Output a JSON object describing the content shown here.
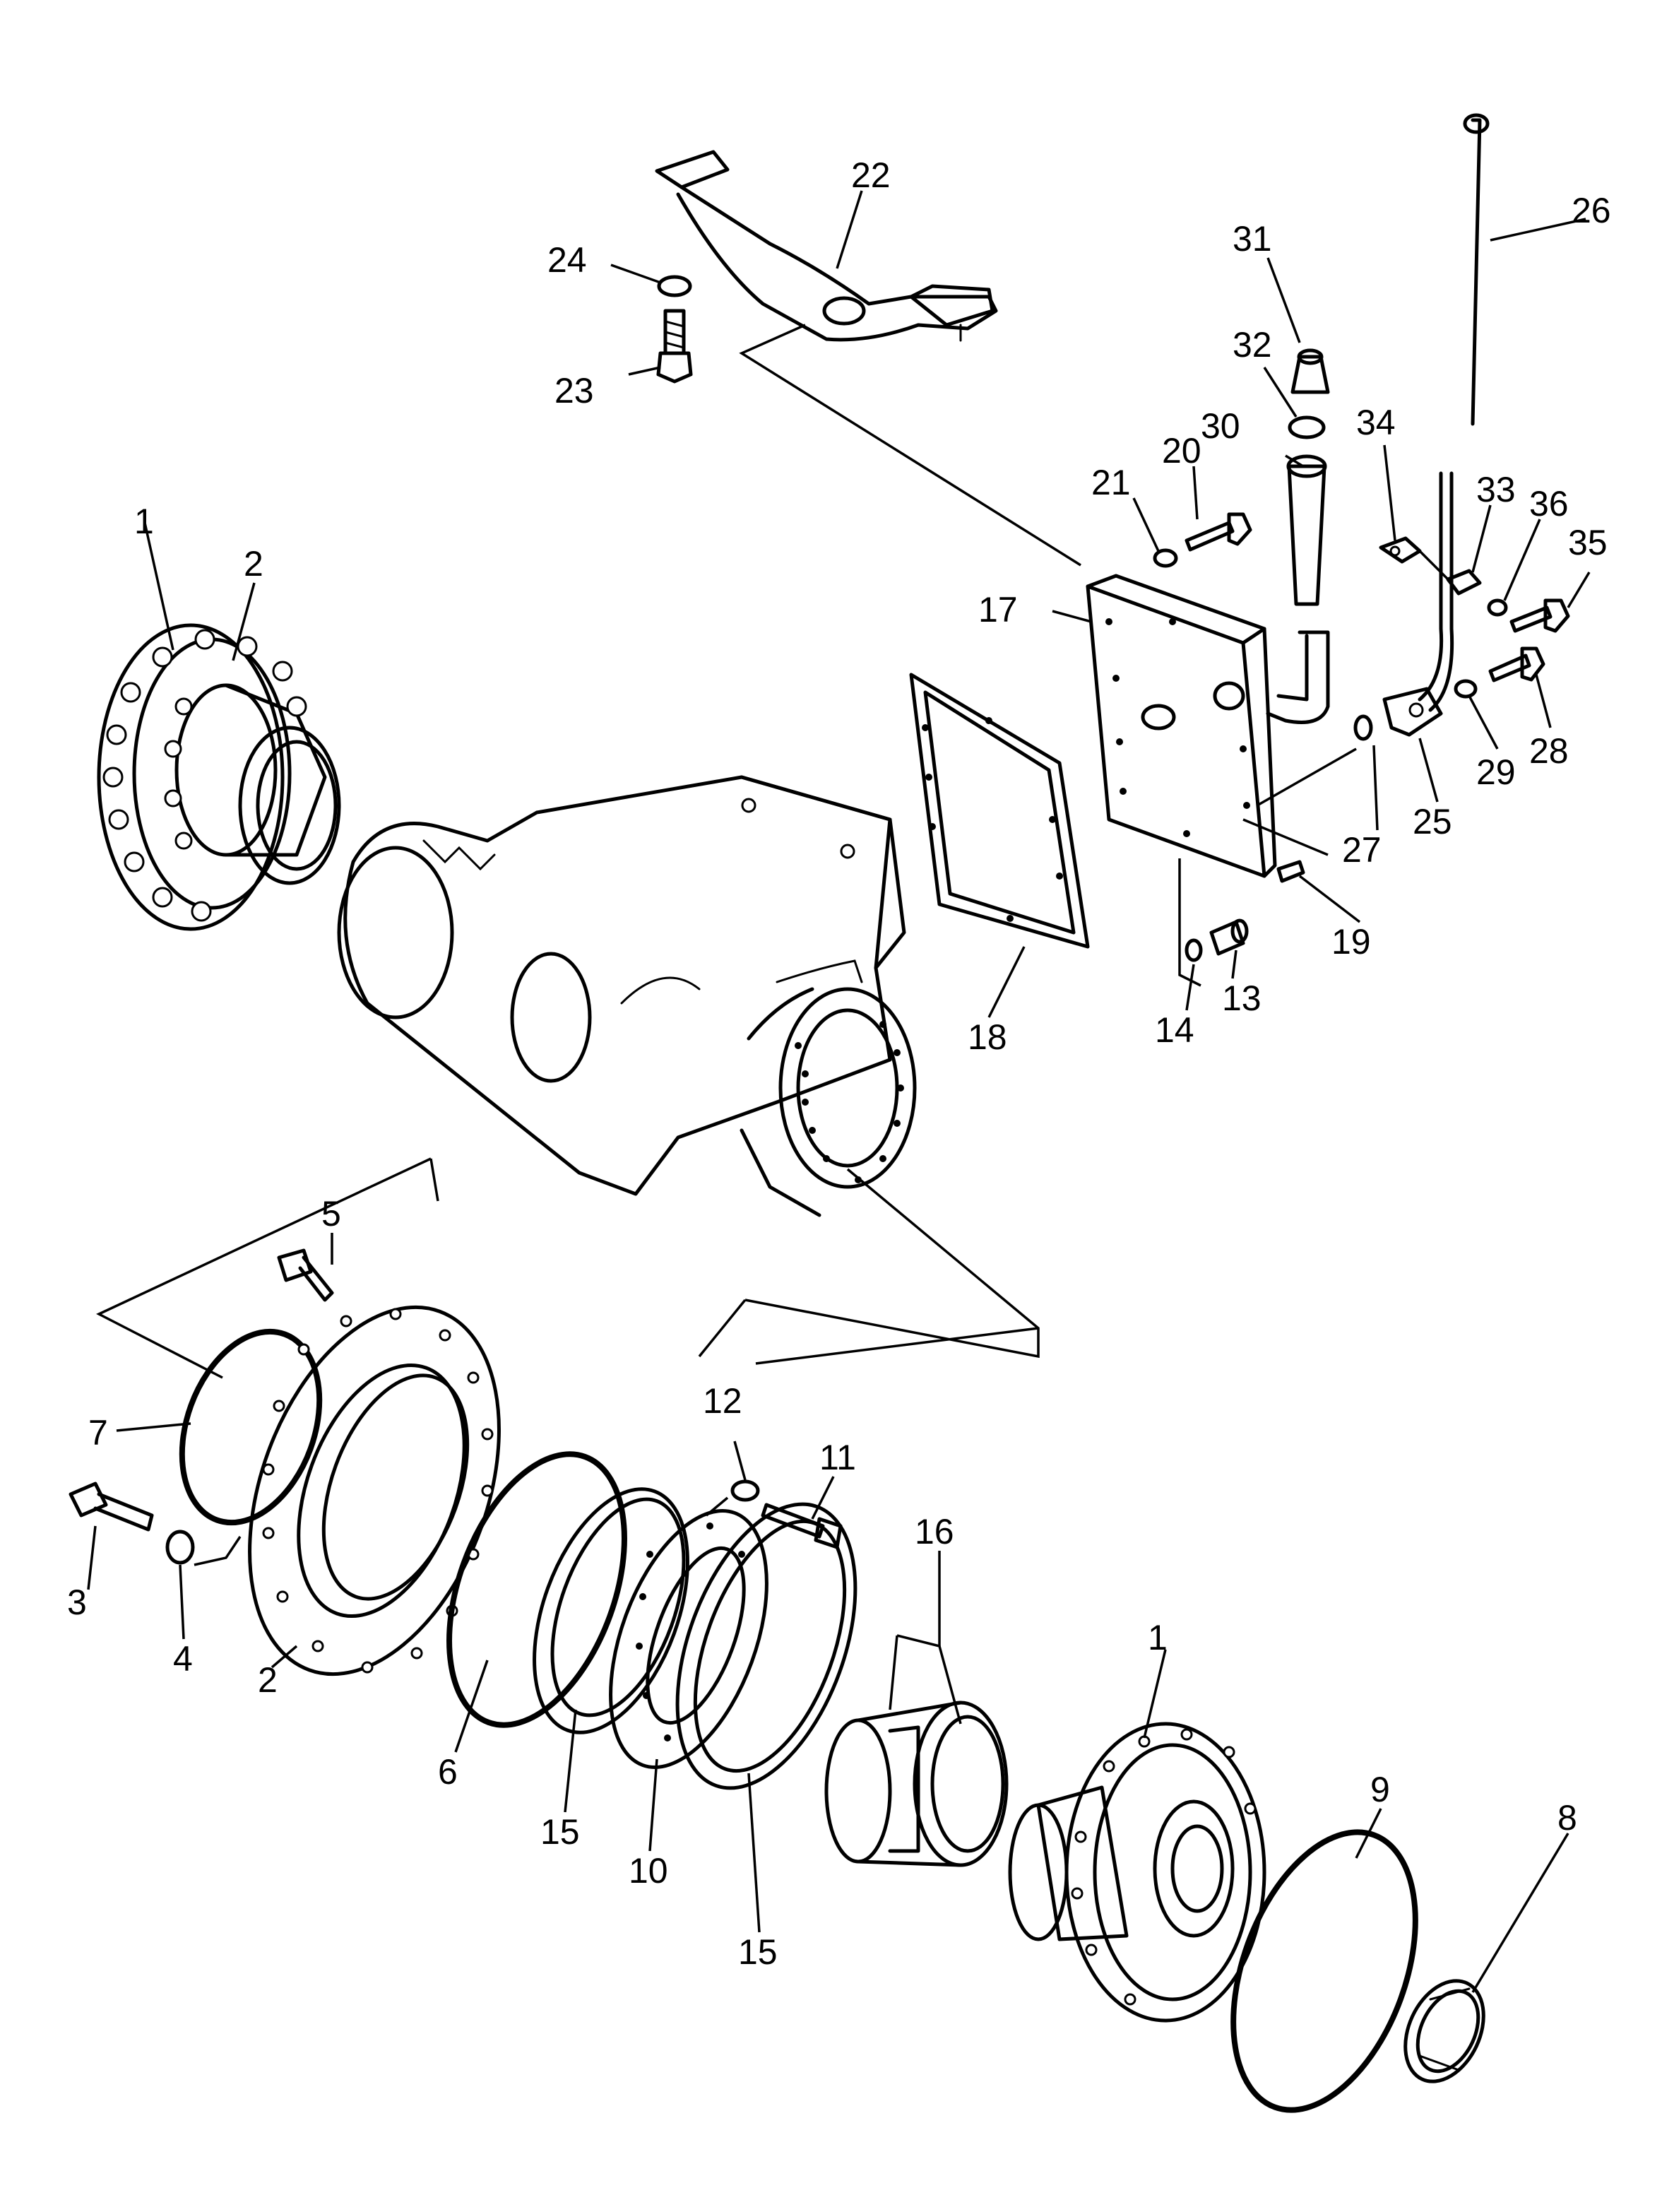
{
  "callouts": [
    {
      "id": "c1a",
      "text": "1"
    },
    {
      "id": "c1b",
      "text": "1"
    },
    {
      "id": "c2a",
      "text": "2"
    },
    {
      "id": "c2b",
      "text": "2"
    },
    {
      "id": "c3",
      "text": "3"
    },
    {
      "id": "c4",
      "text": "4"
    },
    {
      "id": "c5",
      "text": "5"
    },
    {
      "id": "c6",
      "text": "6"
    },
    {
      "id": "c7",
      "text": "7"
    },
    {
      "id": "c8",
      "text": "8"
    },
    {
      "id": "c9",
      "text": "9"
    },
    {
      "id": "c10",
      "text": "10"
    },
    {
      "id": "c11",
      "text": "11"
    },
    {
      "id": "c12",
      "text": "12"
    },
    {
      "id": "c13",
      "text": "13"
    },
    {
      "id": "c14",
      "text": "14"
    },
    {
      "id": "c15a",
      "text": "15"
    },
    {
      "id": "c15b",
      "text": "15"
    },
    {
      "id": "c16",
      "text": "16"
    },
    {
      "id": "c17",
      "text": "17"
    },
    {
      "id": "c18",
      "text": "18"
    },
    {
      "id": "c19",
      "text": "19"
    },
    {
      "id": "c20",
      "text": "20"
    },
    {
      "id": "c21",
      "text": "21"
    },
    {
      "id": "c22",
      "text": "22"
    },
    {
      "id": "c23",
      "text": "23"
    },
    {
      "id": "c24",
      "text": "24"
    },
    {
      "id": "c25",
      "text": "25"
    },
    {
      "id": "c26",
      "text": "26"
    },
    {
      "id": "c27",
      "text": "27"
    },
    {
      "id": "c28",
      "text": "28"
    },
    {
      "id": "c29",
      "text": "29"
    },
    {
      "id": "c30",
      "text": "30"
    },
    {
      "id": "c31",
      "text": "31"
    },
    {
      "id": "c32",
      "text": "32"
    },
    {
      "id": "c33",
      "text": "33"
    },
    {
      "id": "c34",
      "text": "34"
    },
    {
      "id": "c35",
      "text": "35"
    },
    {
      "id": "c36",
      "text": "36"
    }
  ]
}
